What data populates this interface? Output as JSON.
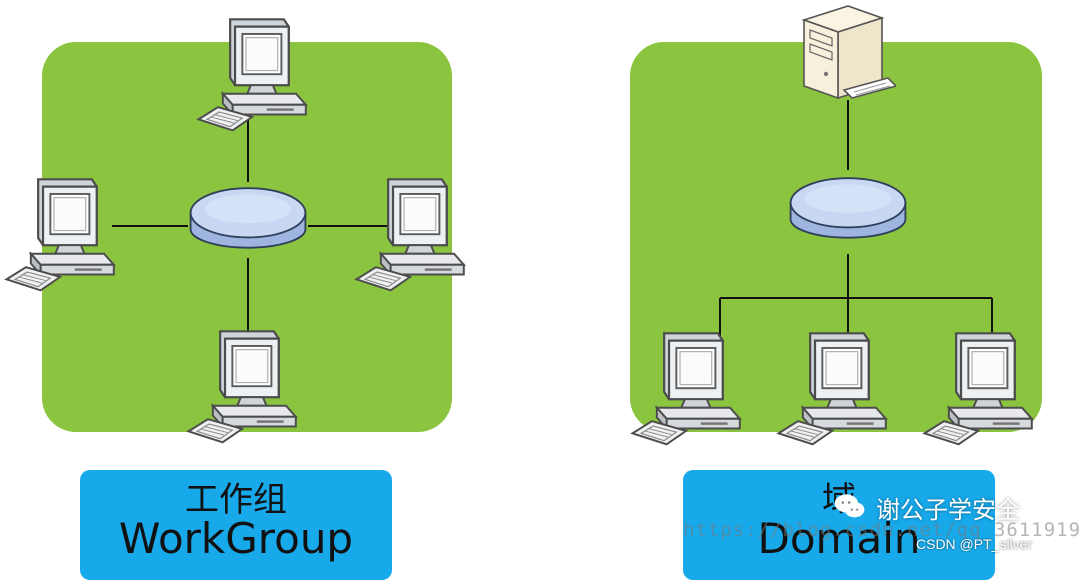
{
  "workgroup": {
    "title_zh": "工作组",
    "title_en": "WorkGroup",
    "hub_icon": "network-hub-icon",
    "computer_icon": "desktop-computer-icon",
    "computer_count": 4
  },
  "domain": {
    "title_zh": "域",
    "title_en": "Domain",
    "server_icon": "server-icon",
    "hub_icon": "network-hub-icon",
    "computer_icon": "desktop-computer-icon",
    "computer_count": 3
  },
  "watermarks": {
    "url": "https://blog.csdn.net/qq_3611919",
    "brand": "谢公子学安全",
    "credit": "CSDN @PT_silver",
    "brand_icon": "wechat-icon"
  },
  "colors": {
    "panel": "#8bc53f",
    "label": "#17a9ea",
    "hub_top": "#c9d8f2",
    "hub_side": "#9eb6df",
    "line": "#111111"
  }
}
